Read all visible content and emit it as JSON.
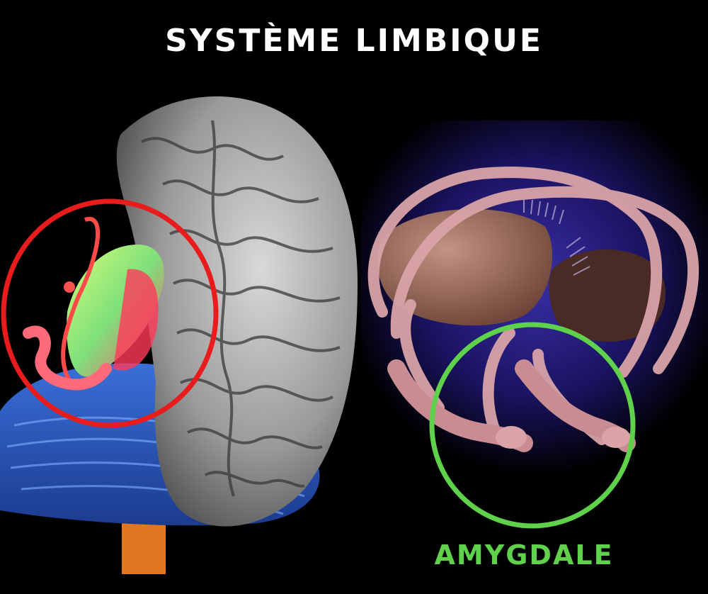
{
  "title": "SYSTÈME LIMBIQUE",
  "amygdala_label": "AMYGDALE",
  "colors": {
    "background": "#000000",
    "title": "#ffffff",
    "left_highlight_circle": "#e81c1c",
    "right_highlight_circle": "#5fd14a",
    "label": "#5fd14a"
  },
  "panels": {
    "left": "brain-with-highlighted-limbic-system",
    "right": "limbic-system-structures-closeup"
  }
}
